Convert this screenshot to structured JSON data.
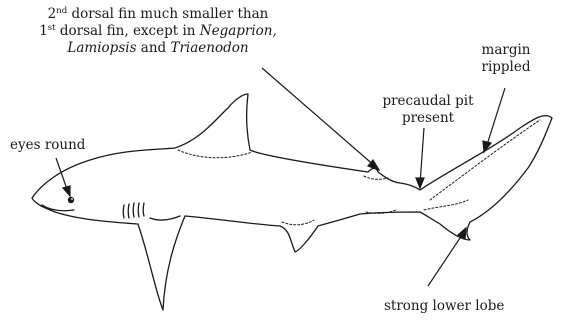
{
  "labels": {
    "dorsal_line1_pre": "2",
    "dorsal_line1_sup": "nd",
    "dorsal_line1_post": " dorsal fin much smaller than",
    "dorsal_line2_pre": "1",
    "dorsal_line2_sup": "st",
    "dorsal_line2_mid": " dorsal fin, except in ",
    "dorsal_line2_genus": "Negaprion,",
    "dorsal_line3_genus1": "Lamiopsis",
    "dorsal_line3_and": " and ",
    "dorsal_line3_genus2": "Triaenodon",
    "margin_line1": "margin",
    "margin_line2": "rippled",
    "precaudal_line1": "precaudal pit",
    "precaudal_line2": "present",
    "eyes": "eyes round",
    "lower_lobe": "strong lower lobe"
  },
  "colors": {
    "ink": "#1a1a1a",
    "background": "#ffffff"
  }
}
